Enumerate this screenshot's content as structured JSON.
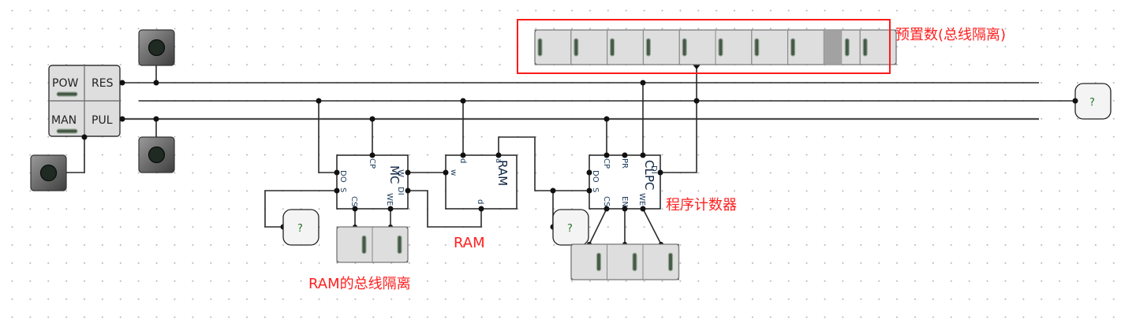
{
  "control_panel": {
    "cells": [
      "POW",
      "RES",
      "MAN",
      "PUL"
    ],
    "pow_indicator": "on",
    "man_indicator": "on"
  },
  "keys": [
    {
      "name": "reset-key"
    },
    {
      "name": "pulse-key"
    },
    {
      "name": "manual-key"
    }
  ],
  "mc_chip": {
    "name": "MC",
    "pins": [
      "CP",
      "W",
      "DI",
      "DO",
      "S",
      "CS",
      "WE"
    ]
  },
  "ram_chip": {
    "name": "RAM",
    "pins": [
      "d",
      "a",
      "w",
      "d"
    ]
  },
  "pc_chip": {
    "name": "CLPC",
    "pins": [
      "CP",
      "PR",
      "CL",
      "DI",
      "DO",
      "S",
      "CS",
      "EN",
      "WE"
    ]
  },
  "probes": [
    {
      "label": "?"
    },
    {
      "label": "?"
    },
    {
      "label": "?"
    }
  ],
  "preset_switches": {
    "count": 10,
    "dark_index": 8
  },
  "ram_isolation_switches": {
    "count": 2
  },
  "pc_switches": {
    "count": 3
  },
  "annotations": {
    "preset": "预置数(总线隔离)",
    "pc": "程序计数器",
    "ram": "RAM",
    "ram_bus": "RAM的总线隔离"
  },
  "colors": {
    "annotation": "#ff2020",
    "lever": "#465a47",
    "switch_bg": "#dedede"
  }
}
